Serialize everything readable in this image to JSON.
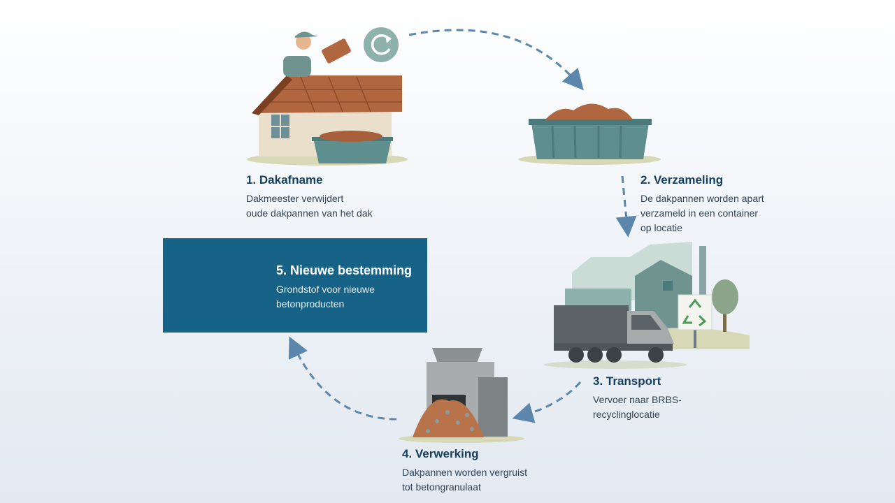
{
  "colors": {
    "accent_blue": "#176387",
    "title_navy": "#153f5c",
    "arrow": "#5b87ad",
    "tile_brown": "#b0673f",
    "container_teal": "#5f8e8f"
  },
  "icons": [
    "worker-icon",
    "rotate-icon",
    "house-icon",
    "container-icon",
    "factory-icon",
    "truck-icon",
    "recycle-icon",
    "tree-icon",
    "crusher-icon",
    "concrete-blocks-icon",
    "dashed-arrow-icon"
  ],
  "steps": {
    "s1": {
      "title": "1. Dakafname",
      "desc": "Dakmeester verwijdert\noude dakpannen van het dak"
    },
    "s2": {
      "title": "2. Verzameling",
      "desc": "De dakpannen worden apart\nverzameld in een container\nop locatie"
    },
    "s3": {
      "title": "3. Transport",
      "desc": "Vervoer naar BRBS-\nrecyclinglocatie"
    },
    "s4": {
      "title": "4. Verwerking",
      "desc": "Dakpannen worden vergruist\ntot betongranulaat"
    },
    "s5": {
      "title": "5. Nieuwe bestemming",
      "desc": "Grondstof voor nieuwe\nbetonproducten"
    }
  }
}
